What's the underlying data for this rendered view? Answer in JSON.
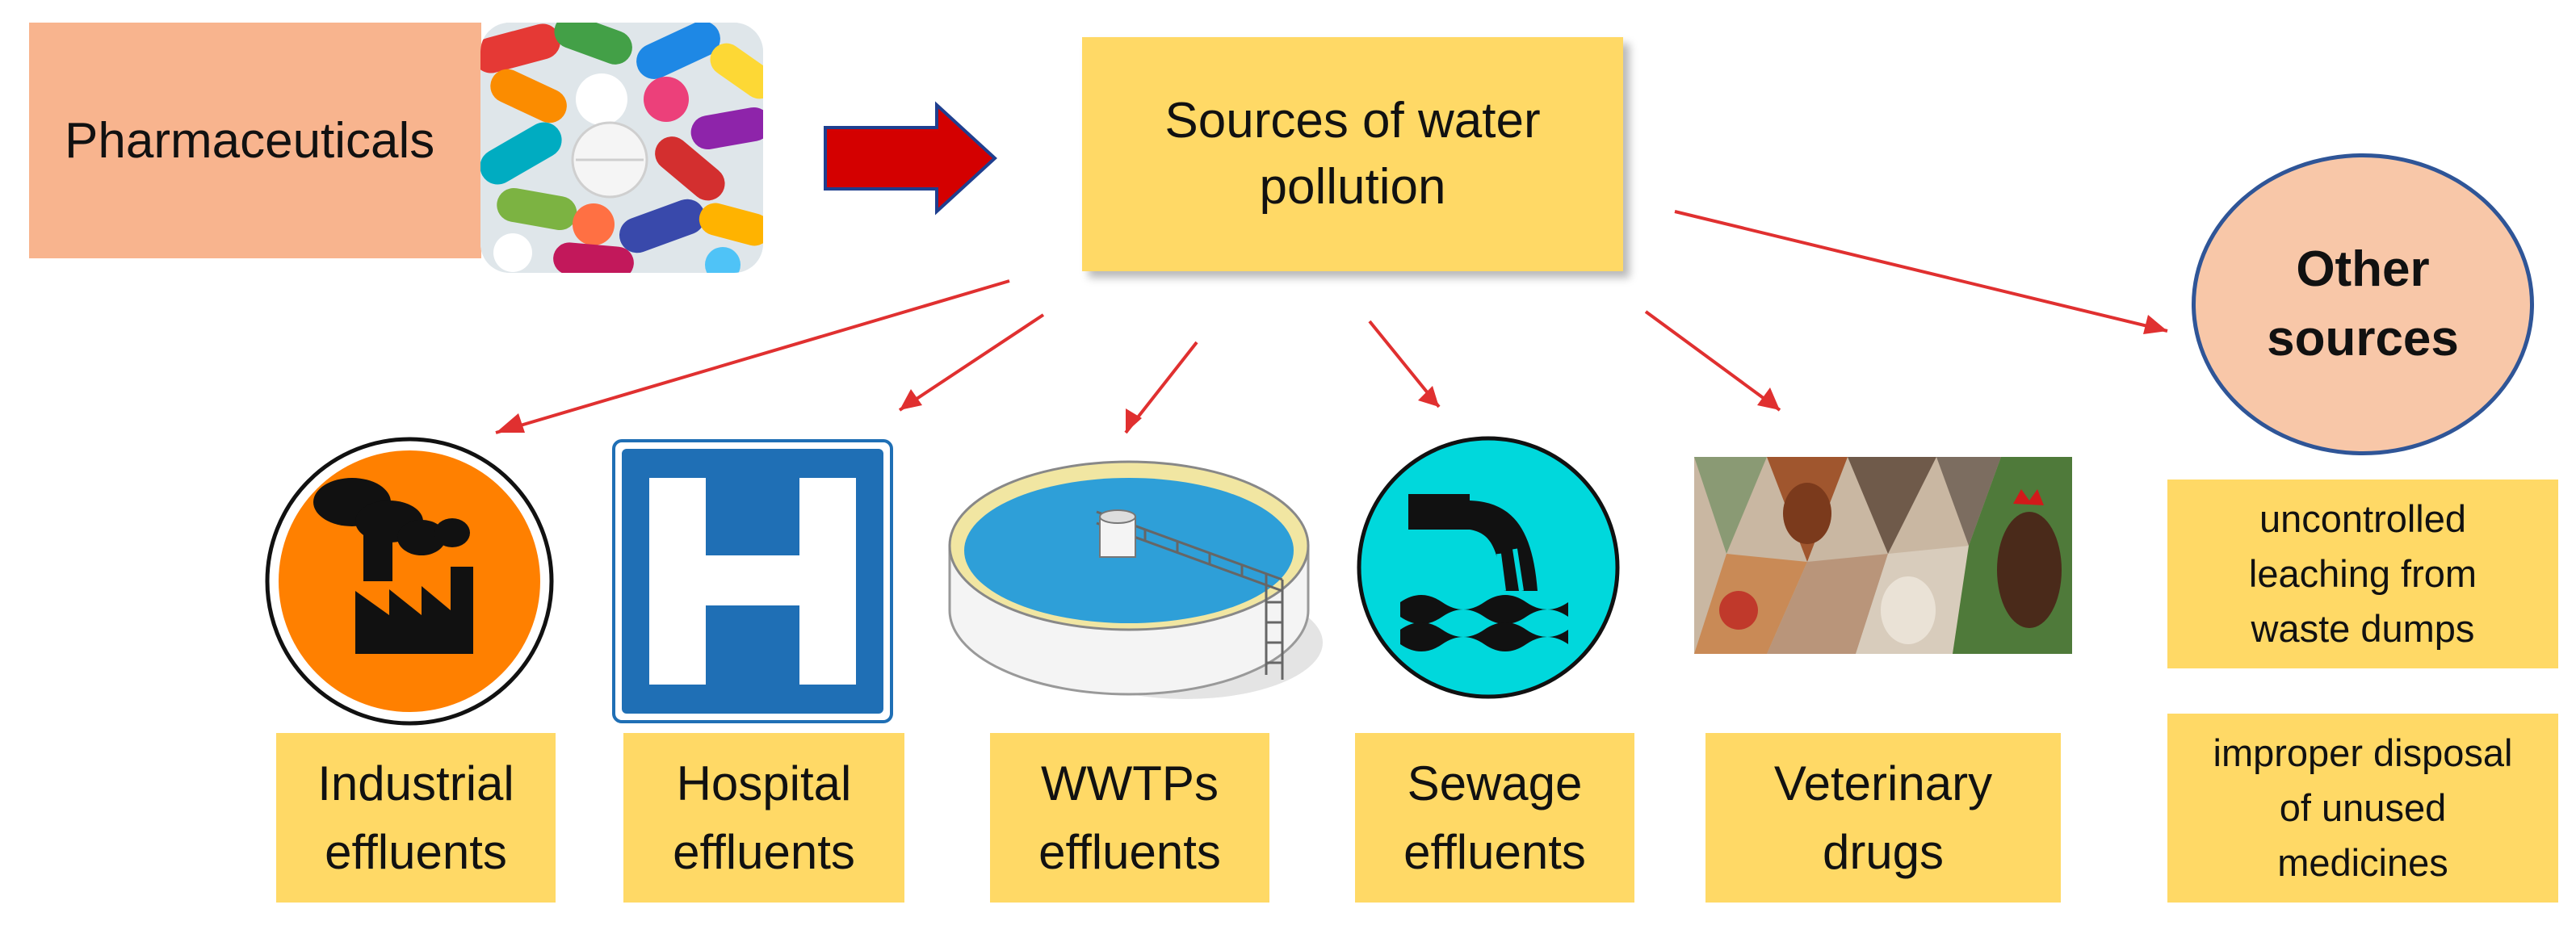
{
  "header": {
    "pharmaceuticals": "Pharmaceuticals",
    "sources_line1": "Sources of water",
    "sources_line2": "pollution"
  },
  "categories": [
    {
      "line1": "Industrial",
      "line2": "effluents"
    },
    {
      "line1": "Hospital",
      "line2": "effluents"
    },
    {
      "line1": "WWTPs",
      "line2": "effluents"
    },
    {
      "line1": "Sewage",
      "line2": "effluents"
    },
    {
      "line1": "Veterinary",
      "line2": "drugs"
    }
  ],
  "other": {
    "line1": "Other",
    "line2": "sources",
    "items": [
      {
        "line1": "uncontrolled",
        "line2": "leaching from",
        "line3": "waste dumps"
      },
      {
        "line1": "improper disposal",
        "line2": "of unused",
        "line3": "medicines"
      }
    ]
  },
  "colors": {
    "label_fill": "#ffd966",
    "pharma_fill": "#f8b48e",
    "oval_fill": "#f8c7a8",
    "arrow": "#e03030",
    "big_arrow": "#d40000",
    "factory_fill": "#ff8000",
    "hospital_fill": "#1f6fb5",
    "sewage_fill": "#00d8dc"
  },
  "icons": [
    "factory-icon",
    "hospital-icon",
    "wwtp-tank-icon",
    "sewage-pipe-icon",
    "livestock-icon",
    "pills-photo"
  ]
}
